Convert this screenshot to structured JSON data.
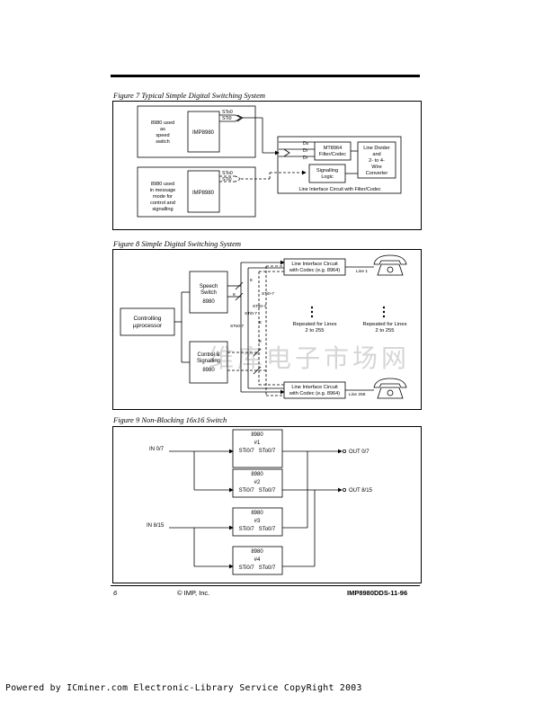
{
  "fig7": {
    "title": "Figure 7 Typical Simple Digital Switching System",
    "speech_note": [
      "8980 used",
      "as",
      "speed",
      "switch"
    ],
    "chip": "IMP8980",
    "sto0": "STo0",
    "sti0": "STi0",
    "msg_note": [
      "8980 used",
      "in message",
      "mode for",
      "control and",
      "signalling"
    ],
    "chip2": "IMP8980",
    "sto0b": "STo0",
    "sti0b": "STi0",
    "ds": "Ds",
    "dr1": "Dr",
    "dr2": "Dr",
    "codec": [
      "MT8964",
      "Filter/Codec"
    ],
    "divider": [
      "Line Divider",
      "and",
      "2- to 4-",
      "Wire",
      "Converter"
    ],
    "signalling": [
      "Signalling",
      "Logic"
    ],
    "line_circuit": "Line Interface Circuit with Filter/Codec"
  },
  "fig8": {
    "title": "Figure 8 Simple Digital Switching System",
    "controller": [
      "Controlling",
      "µprocessor"
    ],
    "speech": [
      "Speech",
      "Switch",
      "8980"
    ],
    "control": [
      "Control &",
      "Signalling",
      "8980"
    ],
    "lic_top": [
      "Line Interface Circuit",
      "with Codec (e.g. 8964)"
    ],
    "lic_bottom": [
      "Line Interface Circuit",
      "with Codec (e.g. 8964)"
    ],
    "line1": "Line 1",
    "line256": "Line 256",
    "repeated_mid": [
      "Repeated for Lines",
      "2 to 255"
    ],
    "repeated_right": [
      "Repeated for Lines",
      "2 to 255"
    ],
    "sti07a": "STi0-7",
    "sti07b": "STi0-7",
    "sto07a": "STo0-7",
    "sto07b": "STo0-7",
    "bus8a": "8",
    "bus8b": "8",
    "bus8c": "8",
    "bus8d": "8"
  },
  "fig9": {
    "title": "Figure 9 Non-Blocking 16x16 Switch",
    "in07": "IN 0/7",
    "in815": "IN 8/15",
    "out07": "OUT 0/7",
    "out815": "OUT 8/15",
    "chips": [
      {
        "name": "8980",
        "num": "#1",
        "ports": "STi0/7   STo0/7"
      },
      {
        "name": "8980",
        "num": "#2",
        "ports": "STi0/7   STo0/7"
      },
      {
        "name": "8980",
        "num": "#3",
        "ports": "STi0/7   STo0/7"
      },
      {
        "name": "8980",
        "num": "#4",
        "ports": "STi0/7   STo0/7"
      }
    ]
  },
  "footer": {
    "page": "6",
    "company": "© IMP, Inc.",
    "docnum": "IMP8980DDS-11-96"
  },
  "watermark": "维库电子市场网",
  "powered": "Powered by ICminer.com Electronic-Library Service CopyRight 2003"
}
